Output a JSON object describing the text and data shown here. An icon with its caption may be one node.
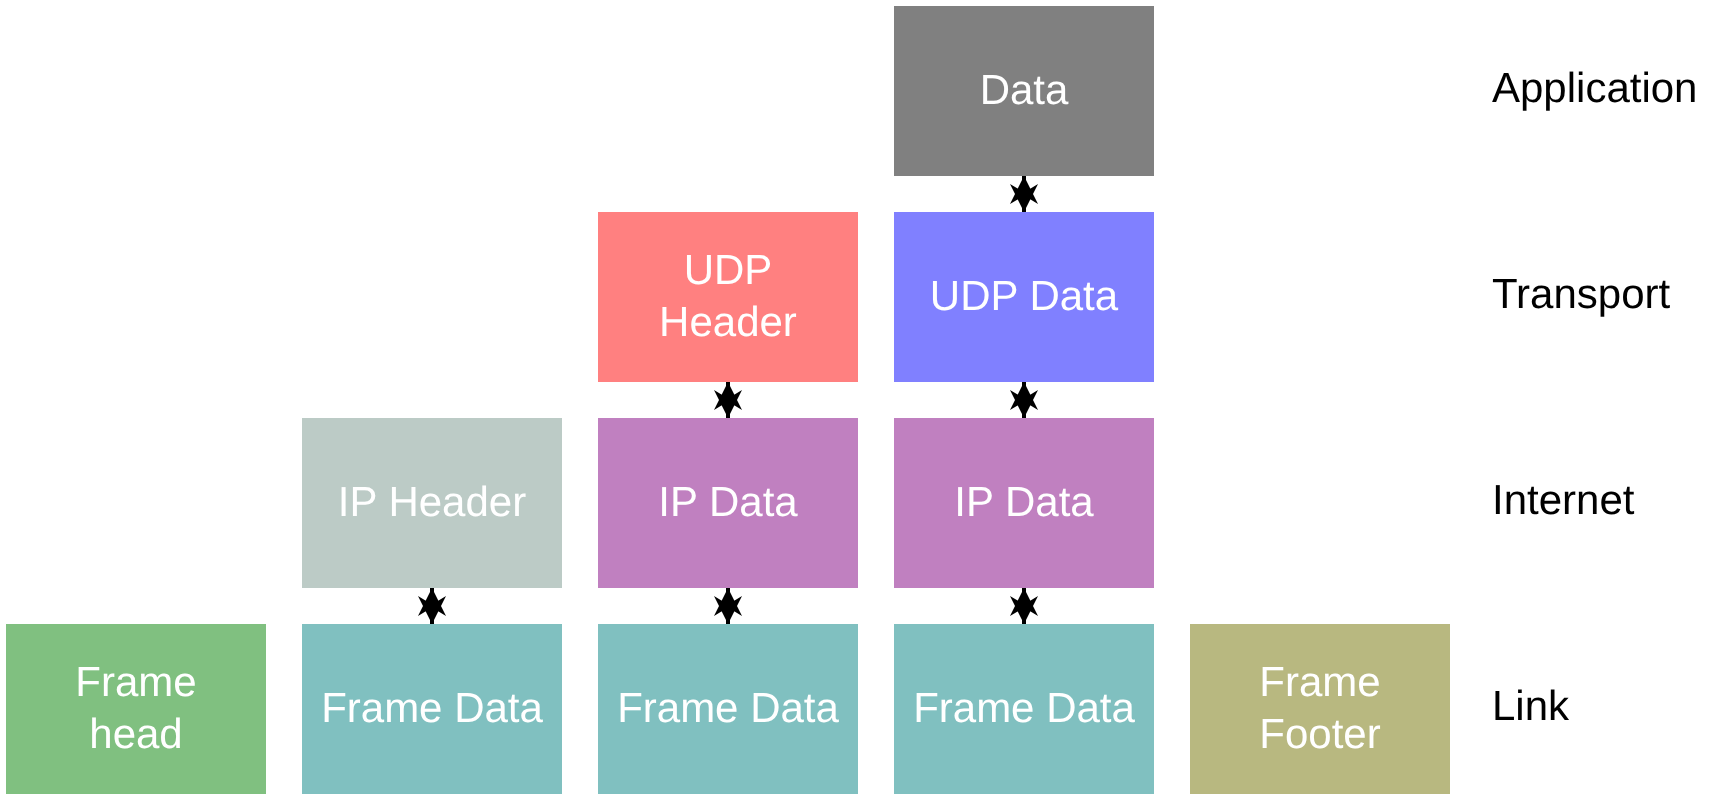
{
  "diagram": {
    "nodes": [
      {
        "text": [
          "Data"
        ]
      },
      {
        "text": [
          "UDP Header"
        ]
      },
      {
        "text": [
          "UDP Data"
        ]
      },
      {
        "text": [
          "IP Header"
        ]
      },
      {
        "text": [
          "IP Data"
        ]
      },
      {
        "text": [
          "IP Data"
        ]
      },
      {
        "text": [
          "Frame head"
        ]
      },
      {
        "text": [
          "Frame Data"
        ]
      },
      {
        "text": [
          "Frame Data"
        ]
      },
      {
        "text": [
          "Frame Data"
        ]
      },
      {
        "text": [
          "Frame Footer"
        ]
      }
    ],
    "edges": [
      {
        "from": 0,
        "to": 2,
        "arrow": "both"
      },
      {
        "from": 1,
        "to": 4,
        "arrow": "both"
      },
      {
        "from": 2,
        "to": 5,
        "arrow": "both"
      },
      {
        "from": 3,
        "to": 7,
        "arrow": "both"
      },
      {
        "from": 4,
        "to": 8,
        "arrow": "both"
      },
      {
        "from": 5,
        "to": 9,
        "arrow": "both"
      }
    ],
    "labels": [
      "Application",
      "Transport",
      "Internet",
      "Link"
    ]
  }
}
